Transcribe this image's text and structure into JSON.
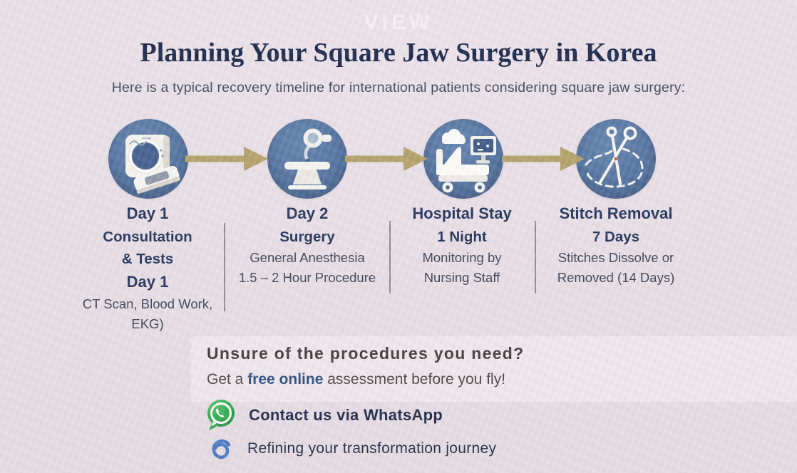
{
  "watermark": "VIEW",
  "header": {
    "title": "Planning Your Square Jaw Surgery in Korea",
    "subtitle": "Here is a typical recovery timeline for international patients considering square jaw surgery:"
  },
  "timeline": {
    "steps": [
      {
        "icon": "ct-scanner-icon",
        "lines": [
          "Day 1",
          "Consultation",
          "& Tests",
          "Day 1",
          "CT Scan, Blood Work,",
          "EKG)"
        ]
      },
      {
        "icon": "operating-table-icon",
        "lines": [
          "Day 2",
          "Surgery",
          "General Anesthesia",
          "1.5 – 2 Hour Procedure"
        ]
      },
      {
        "icon": "hospital-bed-icon",
        "lines": [
          "Hospital Stay",
          "1 Night",
          "Monitoring by",
          "Nursing Staff"
        ]
      },
      {
        "icon": "stitch-removal-icon",
        "lines": [
          "Stitch Removal",
          "7 Days",
          "Stitches Dissolve or",
          "Removed (14 Days)"
        ]
      }
    ]
  },
  "cta": {
    "heading": "Unsure of the procedures you need?",
    "line2_prefix": "Get a ",
    "line2_bold": "free online",
    "line2_suffix": " assessment before you fly!"
  },
  "contacts": [
    {
      "icon": "whatsapp-icon",
      "label": "Contact us via WhatsApp"
    },
    {
      "icon": "paperclip-icon",
      "label": "Refining your transformation journey"
    }
  ],
  "colors": {
    "background": "#e8dfe6",
    "title_navy": "#1d2a4c",
    "step_navy": "#24355b",
    "body_gray": "#3e4557",
    "circle_blue": "#54739f",
    "arrow_tan": "#b3a26a",
    "cta_heading": "#463b3d",
    "cta_bold_navy": "#2e4f80",
    "whatsapp_green": "#2fa84f",
    "paperclip_blue": "#4b79c6"
  }
}
